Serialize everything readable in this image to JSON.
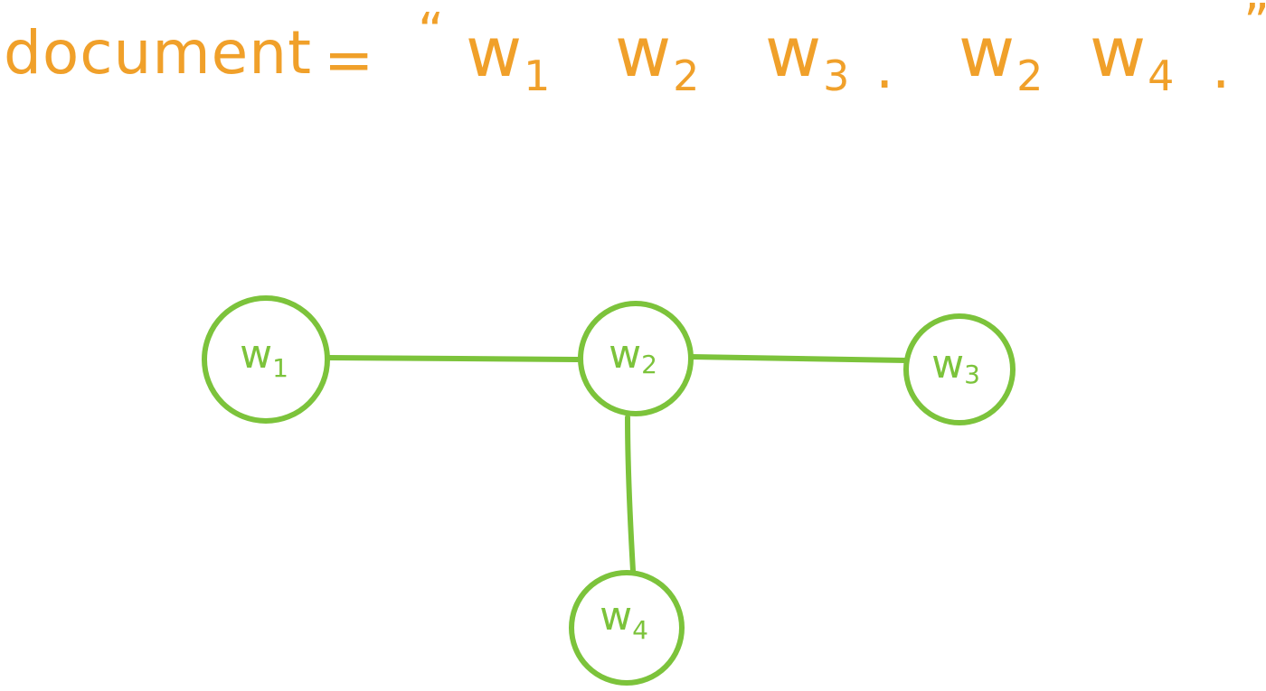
{
  "document_line": {
    "label": "document",
    "equals": "=",
    "open_quote": "“",
    "close_quote": "”",
    "tokens": [
      {
        "base": "w",
        "sub": "1"
      },
      {
        "base": "w",
        "sub": "2"
      },
      {
        "base": "w",
        "sub": "3"
      },
      {
        "base": ".",
        "sub": ""
      },
      {
        "base": "w",
        "sub": "2"
      },
      {
        "base": "w",
        "sub": "4"
      },
      {
        "base": ".",
        "sub": ""
      }
    ]
  },
  "graph": {
    "nodes": [
      {
        "id": "w1",
        "base": "w",
        "sub": "1"
      },
      {
        "id": "w2",
        "base": "w",
        "sub": "2"
      },
      {
        "id": "w3",
        "base": "w",
        "sub": "3"
      },
      {
        "id": "w4",
        "base": "w",
        "sub": "4"
      }
    ],
    "edges": [
      {
        "from": "w1",
        "to": "w2"
      },
      {
        "from": "w2",
        "to": "w3"
      },
      {
        "from": "w2",
        "to": "w4"
      }
    ]
  },
  "colors": {
    "text": "#f0a02a",
    "graph": "#7cc33b"
  }
}
